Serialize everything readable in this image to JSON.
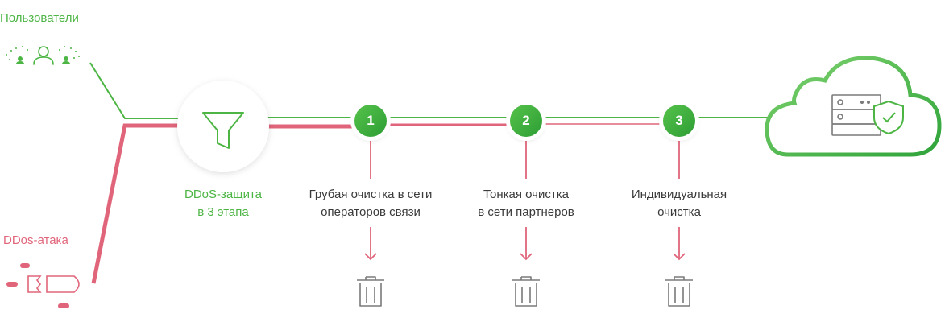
{
  "users": {
    "label": "Пользователи"
  },
  "attack": {
    "label": "DDos-атака"
  },
  "filter": {
    "label": "DDoS-защита\nв 3 этапа"
  },
  "stages": [
    {
      "number": "1",
      "label": "Грубая очистка в сети\nоператоров связи"
    },
    {
      "number": "2",
      "label": "Тонкая очистка\nв сети партнеров"
    },
    {
      "number": "3",
      "label": "Индивидуальная\nочистка"
    }
  ],
  "colors": {
    "green": "#4cb544",
    "pink": "#e0657a",
    "gray": "#7a7a7a"
  },
  "icons": [
    "users-icon",
    "missile-icon",
    "funnel-icon",
    "trash-icon",
    "cloud-icon",
    "server-icon",
    "shield-check-icon"
  ]
}
